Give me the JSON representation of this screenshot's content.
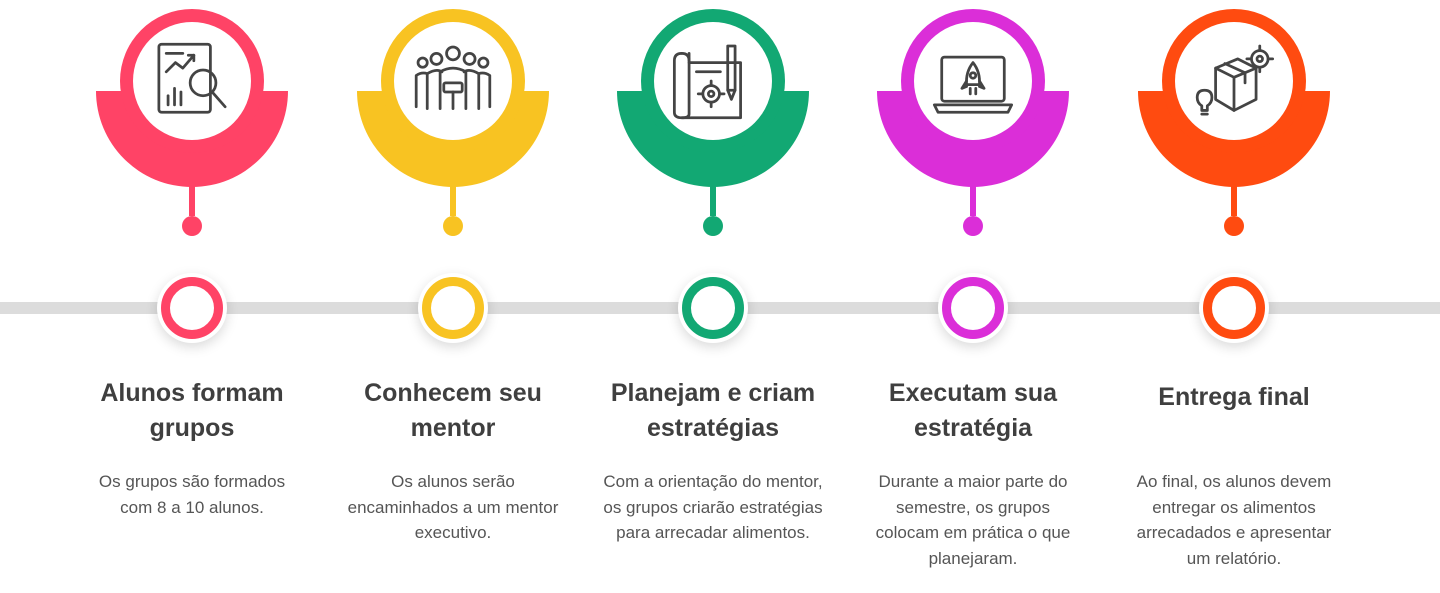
{
  "steps": [
    {
      "title": "Alunos formam grupos",
      "description": "Os grupos são formados com 8 a 10 alunos.",
      "color": "#FF4366",
      "icon": "analytics-magnifier-icon"
    },
    {
      "title": "Conhecem seu mentor",
      "description": "Os alunos serão encaminhados a um mentor executivo.",
      "color": "#F8C322",
      "icon": "team-group-icon"
    },
    {
      "title": "Planejam e criam estratégias",
      "description": "Com a orientação do mentor, os grupos criarão estratégias para arrecadar alimentos.",
      "color": "#12A873",
      "icon": "blueprint-gear-icon"
    },
    {
      "title": "Executam sua estratégia",
      "description": "Durante a maior parte do semestre, os grupos colocam em prática o que planejaram.",
      "color": "#DB2ED8",
      "icon": "laptop-rocket-icon"
    },
    {
      "title": "Entrega final",
      "description": "Ao final, os alunos devem entregar os alimentos arrecadados e apresentar um relatório.",
      "color": "#FF4B10",
      "icon": "box-gear-bulb-icon"
    }
  ]
}
